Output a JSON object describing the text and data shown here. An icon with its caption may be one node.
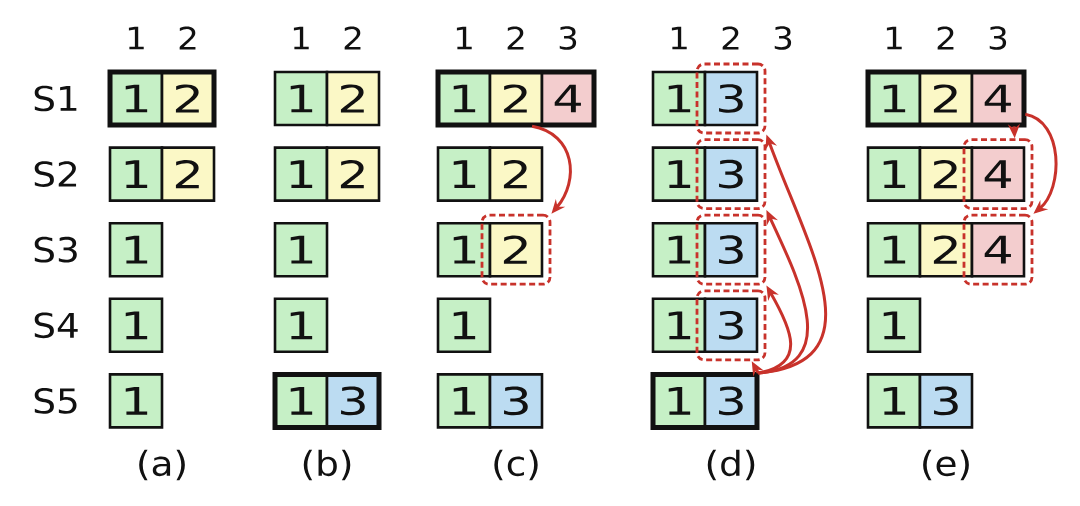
{
  "diagram": {
    "nodes": [
      {
        "text": [],
        "shape": "frame"
      },
      {
        "text": [
          "1"
        ],
        "in": 0
      },
      {
        "text": [
          "2"
        ],
        "in": 0
      },
      {
        "text": [
          "1"
        ]
      },
      {
        "text": [
          "2"
        ]
      },
      {
        "text": [
          "1"
        ]
      },
      {
        "text": [
          "1"
        ]
      },
      {
        "text": [
          "1"
        ]
      },
      {
        "text": [
          "1"
        ]
      },
      {
        "text": [
          "2"
        ]
      },
      {
        "text": [
          "1"
        ]
      },
      {
        "text": [
          "2"
        ]
      },
      {
        "text": [
          "1"
        ]
      },
      {
        "text": [
          "1"
        ]
      },
      {
        "text": [],
        "shape": "frame"
      },
      {
        "text": [
          "1"
        ],
        "in": 14
      },
      {
        "text": [
          "3"
        ],
        "in": 14
      },
      {
        "text": [],
        "shape": "frame"
      },
      {
        "text": [
          "1"
        ],
        "in": 17
      },
      {
        "text": [
          "2"
        ],
        "in": 17
      },
      {
        "text": [
          "4"
        ],
        "in": 17
      },
      {
        "text": [
          "1"
        ]
      },
      {
        "text": [
          "2"
        ]
      },
      {
        "text": [
          "1"
        ]
      },
      {
        "text": [],
        "shape": "box"
      },
      {
        "text": [
          "2"
        ],
        "in": 24
      },
      {
        "text": [
          "1"
        ]
      },
      {
        "text": [
          "1"
        ]
      },
      {
        "text": [
          "3"
        ]
      },
      {
        "text": [
          "1"
        ]
      },
      {
        "text": [],
        "shape": "box"
      },
      {
        "text": [
          "3"
        ],
        "in": 30
      },
      {
        "text": [
          "1"
        ]
      },
      {
        "text": [],
        "shape": "box"
      },
      {
        "text": [
          "3"
        ],
        "in": 33
      },
      {
        "text": [
          "1"
        ]
      },
      {
        "text": [],
        "shape": "box"
      },
      {
        "text": [
          "3"
        ],
        "in": 36
      },
      {
        "text": [
          "1"
        ]
      },
      {
        "text": [],
        "shape": "box"
      },
      {
        "text": [
          "3"
        ],
        "in": 39
      },
      {
        "text": [],
        "shape": "frame"
      },
      {
        "text": [
          "1"
        ],
        "in": 41
      },
      {
        "text": [
          "3"
        ],
        "in": 41
      },
      {
        "text": [],
        "shape": "frame"
      },
      {
        "text": [
          "1"
        ],
        "in": 44
      },
      {
        "text": [
          "2"
        ],
        "in": 44
      },
      {
        "text": [
          "4"
        ],
        "in": 44
      },
      {
        "text": [
          "1"
        ]
      },
      {
        "text": [
          "2"
        ]
      },
      {
        "text": [],
        "shape": "box"
      },
      {
        "text": [
          "4"
        ],
        "in": 50
      },
      {
        "text": [
          "1"
        ]
      },
      {
        "text": [
          "2"
        ]
      },
      {
        "text": [],
        "shape": "box"
      },
      {
        "text": [
          "4"
        ],
        "in": 54
      },
      {
        "text": [
          "1"
        ]
      },
      {
        "text": [
          "1"
        ]
      },
      {
        "text": [
          "3"
        ]
      }
    ],
    "edges": [
      {
        "from": 19,
        "to": 24,
        "arrow": "to"
      },
      {
        "from": 43,
        "to": 39,
        "arrow": "to"
      },
      {
        "from": 43,
        "to": 36,
        "arrow": "to"
      },
      {
        "from": 43,
        "to": 33,
        "arrow": "to"
      },
      {
        "from": 43,
        "to": 30,
        "arrow": "to"
      },
      {
        "from": 47,
        "to": 50,
        "arrow": "to"
      },
      {
        "from": 47,
        "to": 54,
        "arrow": "to"
      }
    ],
    "labels": [
      "1",
      "2",
      "1",
      "2",
      "1",
      "2",
      "3",
      "1",
      "2",
      "3",
      "1",
      "2",
      "3",
      "S1",
      "S2",
      "S3",
      "S4",
      "S5",
      "(a)",
      "(b)",
      "(c)",
      "(d)",
      "(e)"
    ]
  }
}
